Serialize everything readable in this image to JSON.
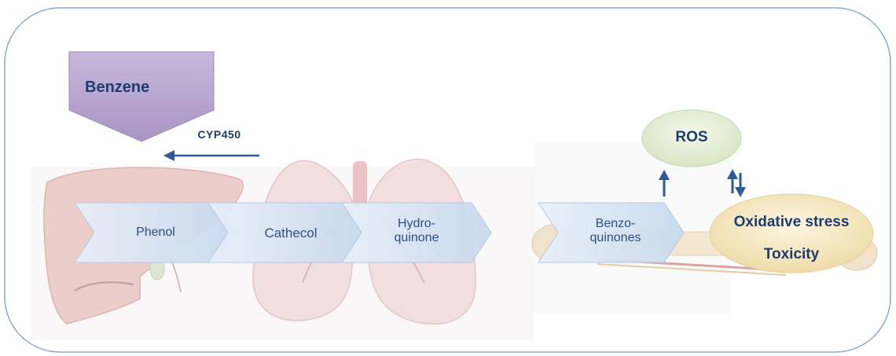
{
  "diagram": {
    "source": {
      "label": "Benzene"
    },
    "enzyme": {
      "label": "CYP450"
    },
    "pathway": [
      {
        "label": "Phenol"
      },
      {
        "label": "Cathecol"
      },
      {
        "label": "Hydro-\nquinone"
      },
      {
        "label": "Benzo-\nquinones"
      }
    ],
    "ros": {
      "label": "ROS"
    },
    "outcome": {
      "line1": "Oxidative stress",
      "line2": "Toxicity"
    },
    "organs": [
      "liver",
      "lungs",
      "bone"
    ],
    "colors": {
      "frame": "#8faac6",
      "benzene_fill": "#b7a6cf",
      "chevron_fill": "#d3e2f3",
      "ros_fill": "#e6efd9",
      "outcome_fill": "#f6ebc8",
      "arrow": "#2f5a9a",
      "text": "#2f4f7f"
    }
  }
}
